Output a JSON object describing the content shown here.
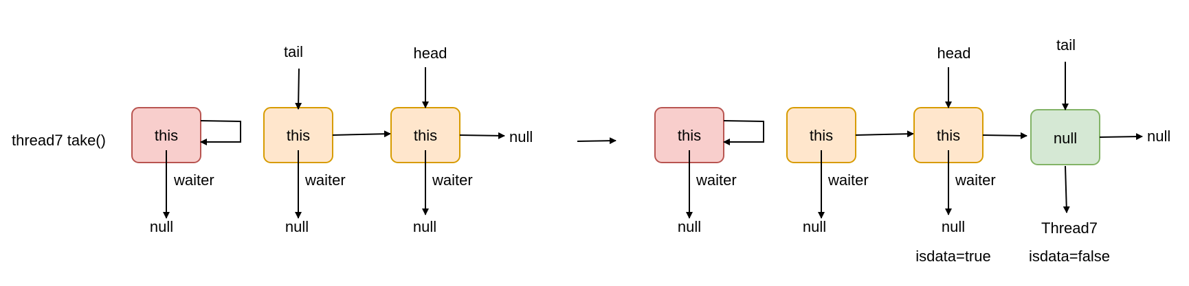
{
  "colors": {
    "node_red_fill": "#f8cecc",
    "node_red_stroke": "#b85450",
    "node_orange_fill": "#ffe6cc",
    "node_orange_stroke": "#d79b00",
    "node_green_fill": "#d5e8d4",
    "node_green_stroke": "#82b366",
    "edge": "#000000"
  },
  "left": {
    "caller_label": "thread7 take()",
    "nodes": [
      {
        "label": "this",
        "style": "red"
      },
      {
        "label": "this",
        "style": "orange"
      },
      {
        "label": "this",
        "style": "orange"
      }
    ],
    "pointers": {
      "tail": "tail",
      "head": "head"
    },
    "waiter_labels": [
      "waiter",
      "waiter",
      "waiter"
    ],
    "waiter_targets": [
      "null",
      "null",
      "null"
    ],
    "next_target": "null"
  },
  "right": {
    "nodes": [
      {
        "label": "this",
        "style": "red"
      },
      {
        "label": "this",
        "style": "orange"
      },
      {
        "label": "this",
        "style": "orange"
      },
      {
        "label": "null",
        "style": "green"
      }
    ],
    "pointers": {
      "head": "head",
      "tail": "tail"
    },
    "waiter_labels": [
      "waiter",
      "waiter",
      "waiter"
    ],
    "waiter_targets": [
      "null",
      "null",
      "null",
      "Thread7"
    ],
    "isdata": [
      "isdata=true",
      "isdata=false"
    ],
    "next_target": "null"
  }
}
